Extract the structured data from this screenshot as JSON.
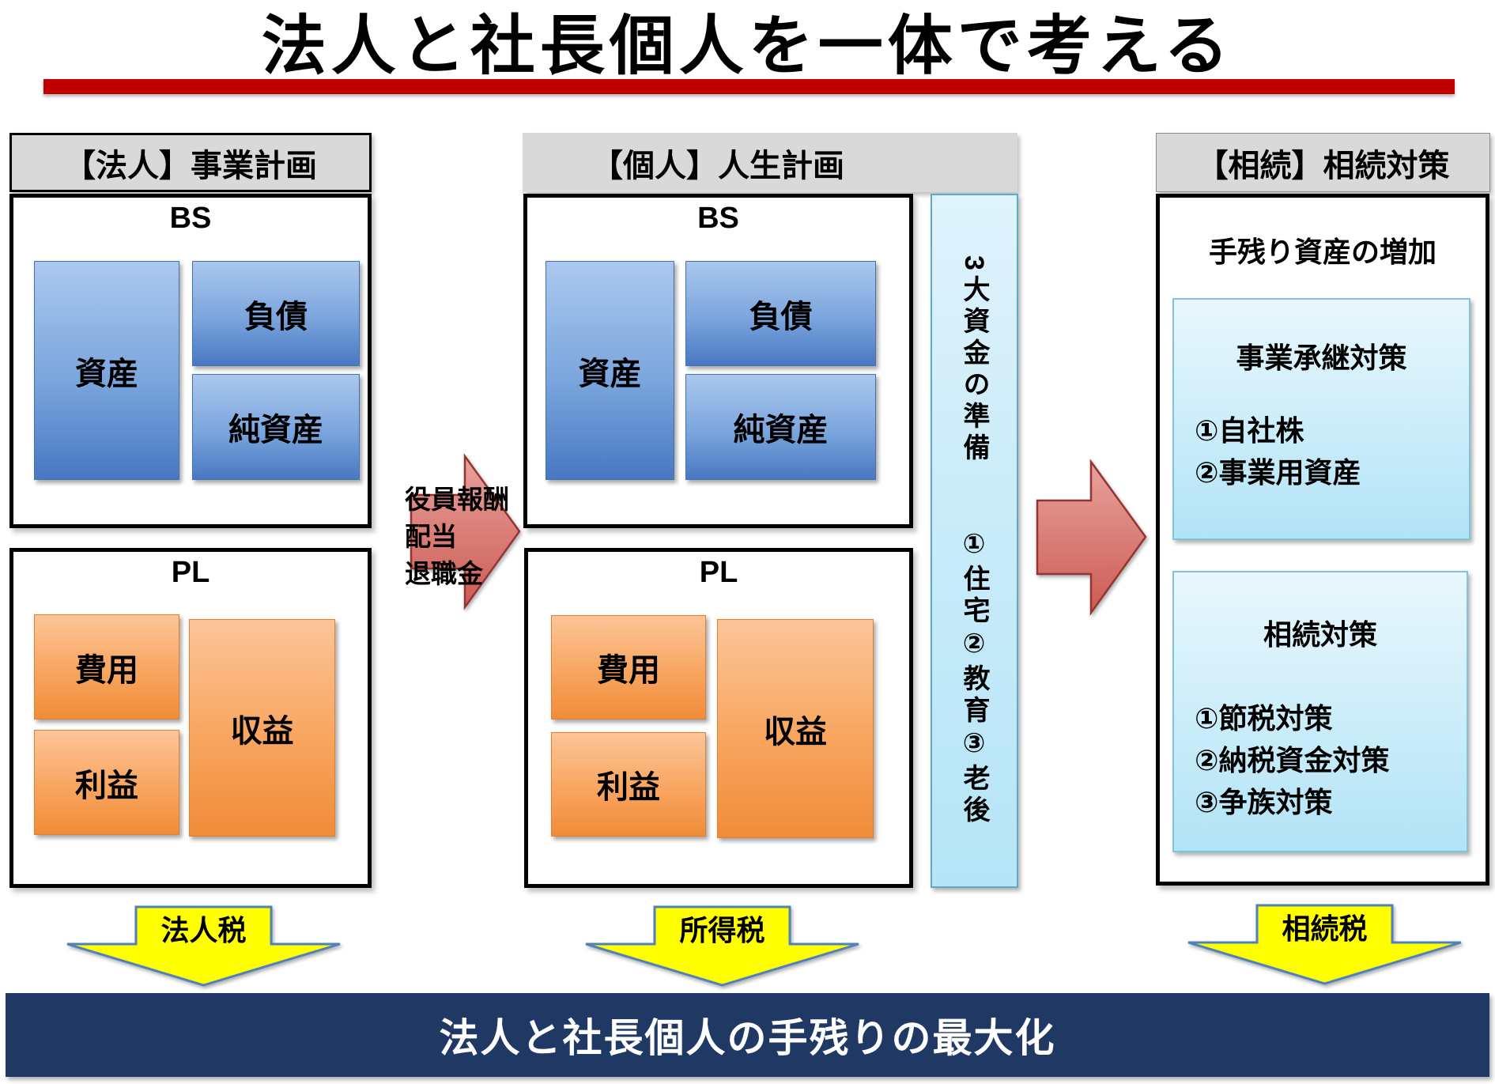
{
  "title": "法人と社長個人を一体で考える",
  "corporate": {
    "header": "【法人】事業計画",
    "bs_label": "BS",
    "assets": "資産",
    "liabilities": "負債",
    "net_assets": "純資産",
    "pl_label": "PL",
    "expenses": "費用",
    "profit": "利益",
    "revenue": "収益",
    "tax_label": "法人税"
  },
  "personal": {
    "header": "【個人】人生計画",
    "bs_label": "BS",
    "assets": "資産",
    "liabilities": "負債",
    "net_assets": "純資産",
    "pl_label": "PL",
    "expenses": "費用",
    "profit": "利益",
    "revenue": "収益",
    "tax_label": "所得税"
  },
  "transfer_arrow": {
    "label": "役員報酬\n配当\n退職金"
  },
  "funds_bar": {
    "label": "3大資金の準備　　①住宅②教育③老後"
  },
  "inheritance": {
    "header": "【相続】相続対策",
    "subtitle": "手残り資産の増加",
    "succession": {
      "title": "事業承継対策",
      "items": [
        "①自社株",
        "②事業用資産"
      ]
    },
    "measures": {
      "title": "相続対策",
      "items": [
        "①節税対策",
        "②納税資金対策",
        "③争族対策"
      ]
    },
    "tax_label": "相続税"
  },
  "footer": {
    "label": "法人と社長個人の手残りの最大化"
  },
  "colors": {
    "title_underline": "#c00000",
    "header_gray": "#d9d9d9",
    "blue_box_top": "#abc8ee",
    "blue_box_bottom": "#4878c2",
    "orange_box_top": "#fcc598",
    "orange_box_bottom": "#f08c38",
    "cyan_box_top": "#e9f7fd",
    "cyan_box_bottom": "#b2e3f6",
    "red_arrow": "#d3645d",
    "yellow_arrow": "#ffff00",
    "yellow_arrow_border": "#4f81bd",
    "footer_navy": "#1f3864"
  }
}
